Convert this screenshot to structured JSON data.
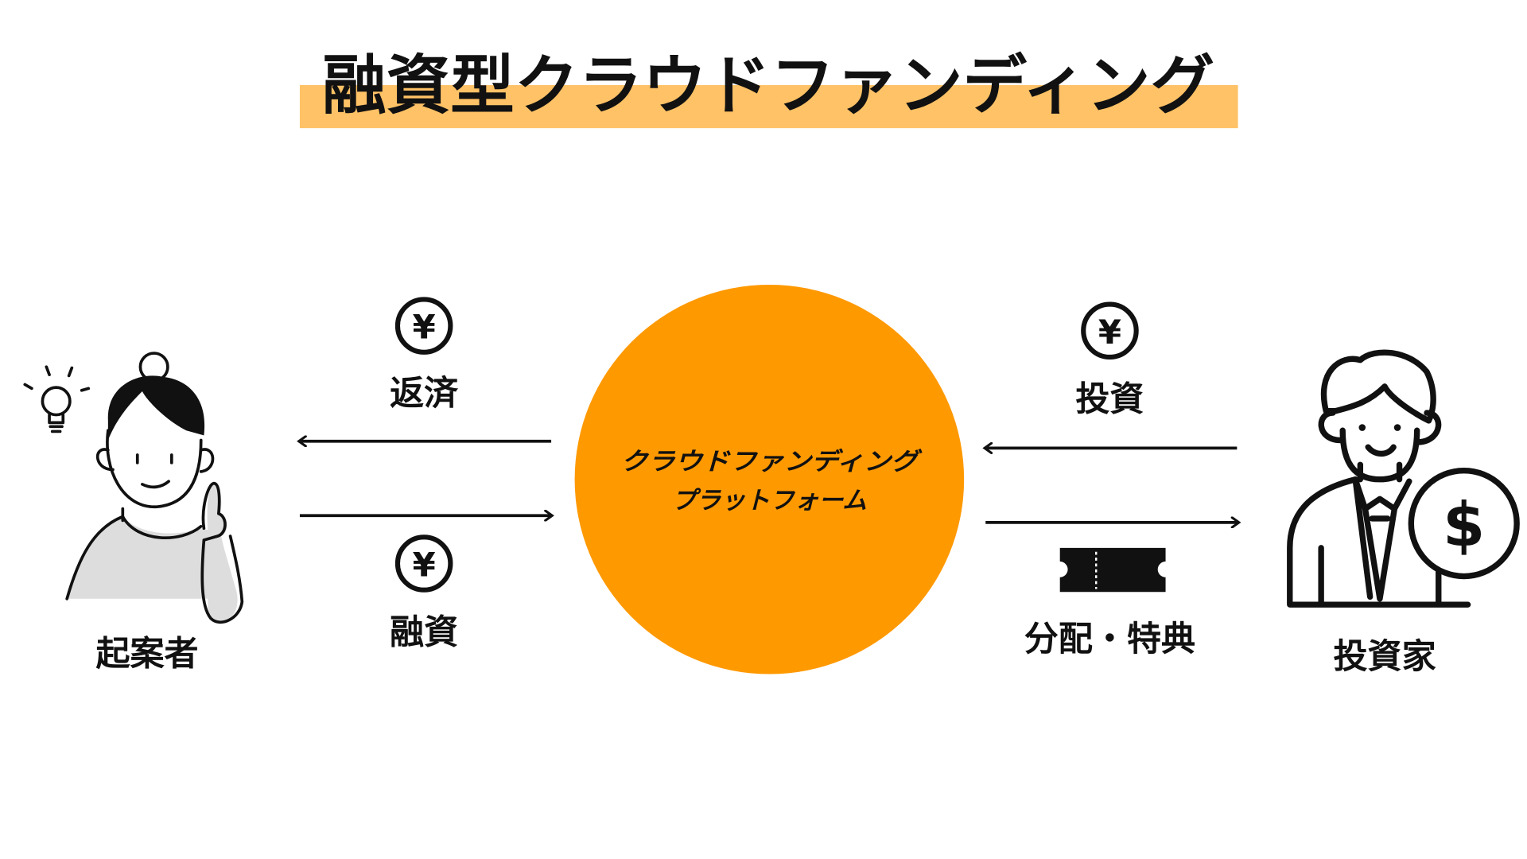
{
  "title": "融資型クラウドファンディング",
  "platform": {
    "line1": "クラウドファンディング",
    "line2": "プラットフォーム"
  },
  "left": {
    "actor": "起案者",
    "repay_label": "返済",
    "loan_label": "融資",
    "currency_symbol": "¥"
  },
  "right": {
    "actor": "投資家",
    "invest_label": "投資",
    "return_label": "分配・特典",
    "currency_symbol": "¥",
    "coin_symbol": "$"
  },
  "colors": {
    "accent": "#FF9900",
    "highlight": "#FFC266",
    "ink": "#111111",
    "shirt": "#DDDDDD"
  }
}
